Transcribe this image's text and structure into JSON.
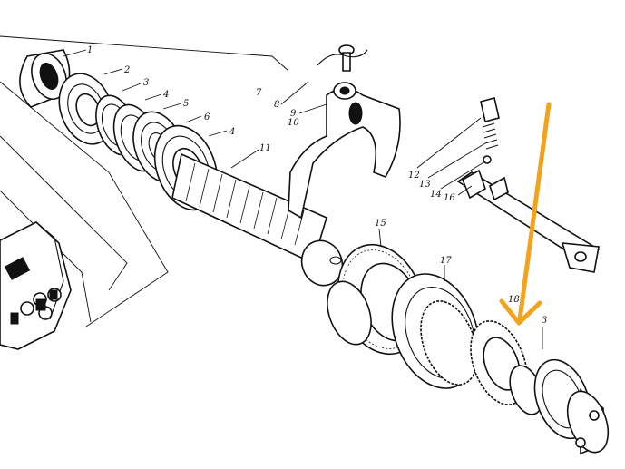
{
  "diagram": {
    "background": "#ffffff",
    "ink": "#111111",
    "arrow_color": "#f2a31b",
    "callouts": [
      "1",
      "2",
      "3",
      "4",
      "5",
      "6",
      "4",
      "11",
      "7",
      "8",
      "9",
      "10",
      "12",
      "13",
      "14",
      "16",
      "15",
      "17",
      "18",
      "3"
    ]
  }
}
